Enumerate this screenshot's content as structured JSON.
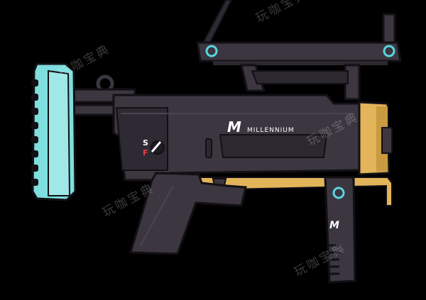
{
  "brand": {
    "logo_text": "MILLENNIUM",
    "logo_mark": "M"
  },
  "selector": {
    "safe_label": "S",
    "fire_label": "F"
  },
  "watermark": "玩咖宝典",
  "colors": {
    "body": "#3b3640",
    "body_dark": "#2b2830",
    "body_light": "#4a4551",
    "outline": "#121015",
    "stock_cyan": "#7fdede",
    "accent_yellow": "#e2b55a",
    "ring_cyan": "#59d6df",
    "fire_red": "#e24040",
    "text_white": "#ffffff"
  }
}
